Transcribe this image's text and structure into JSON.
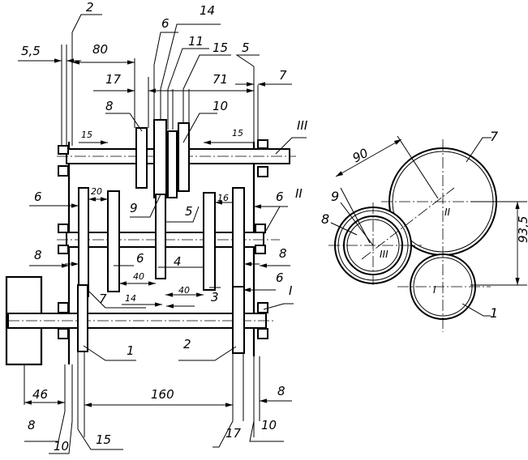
{
  "diagram": {
    "roman_labels": {
      "shaft_3": "III",
      "shaft_2": "II",
      "shaft_1": "I"
    },
    "top_dims": {
      "d_5_5": "5,5",
      "d_80": "80",
      "d_17": "17",
      "d_71": "71",
      "d_7": "7"
    },
    "top_leaders": {
      "l_2": "2",
      "l_6": "6",
      "l_14": "14",
      "l_11": "11",
      "l_15": "15",
      "l_5": "5"
    },
    "inner_labels": {
      "g_8_top": "8",
      "g_10_top": "10",
      "d_15_left": "15",
      "d_15_right": "15",
      "d_6_left_a": "6",
      "d_20": "20",
      "g_9": "9",
      "g_5": "5",
      "d_16": "16",
      "d_6_right_a": "6",
      "d_8_left": "8",
      "g_6": "6",
      "g_4": "4",
      "d_8_right": "8",
      "d_40_a": "40",
      "d_6_right_b": "6",
      "g_7": "7",
      "d_14": "14",
      "d_40_b": "40",
      "g_3": "3",
      "g_1": "1",
      "g_2": "2"
    },
    "bottom_dims": {
      "d_46": "46",
      "d_160": "160",
      "d_8_right": "8",
      "d_8_left": "8",
      "d_10_left": "10",
      "d_15": "15",
      "d_17": "17",
      "d_10_right": "10"
    },
    "right_view": {
      "d_90": "90",
      "d_93_5": "93,5",
      "g_7": "7",
      "g_9": "9",
      "g_8": "8",
      "g_1": "1",
      "axis_II": "II",
      "axis_III": "III",
      "axis_I": "I"
    }
  }
}
